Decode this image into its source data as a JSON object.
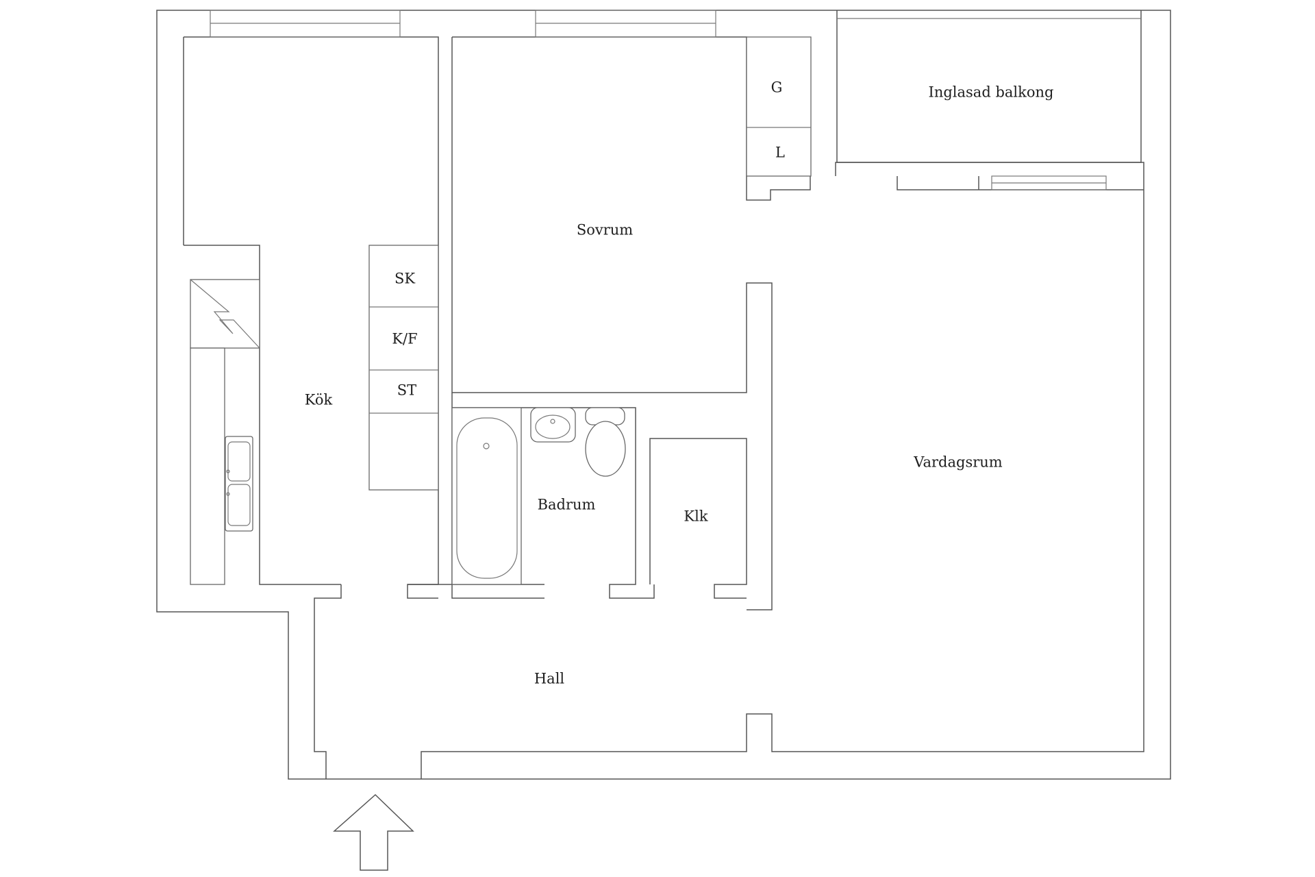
{
  "floorplan": {
    "rooms": {
      "kitchen": "Kök",
      "bedroom": "Sovrum",
      "balcony": "Inglasad balkong",
      "living_room": "Vardagsrum",
      "bathroom": "Badrum",
      "closet": "Klk",
      "hall": "Hall"
    },
    "cabinets": {
      "g": "G",
      "l": "L",
      "sk": "SK",
      "kf": "K/F",
      "st": "ST"
    },
    "colors": {
      "wall_line": "#555555",
      "label_text": "#1e1e1e",
      "background": "#ffffff"
    }
  }
}
